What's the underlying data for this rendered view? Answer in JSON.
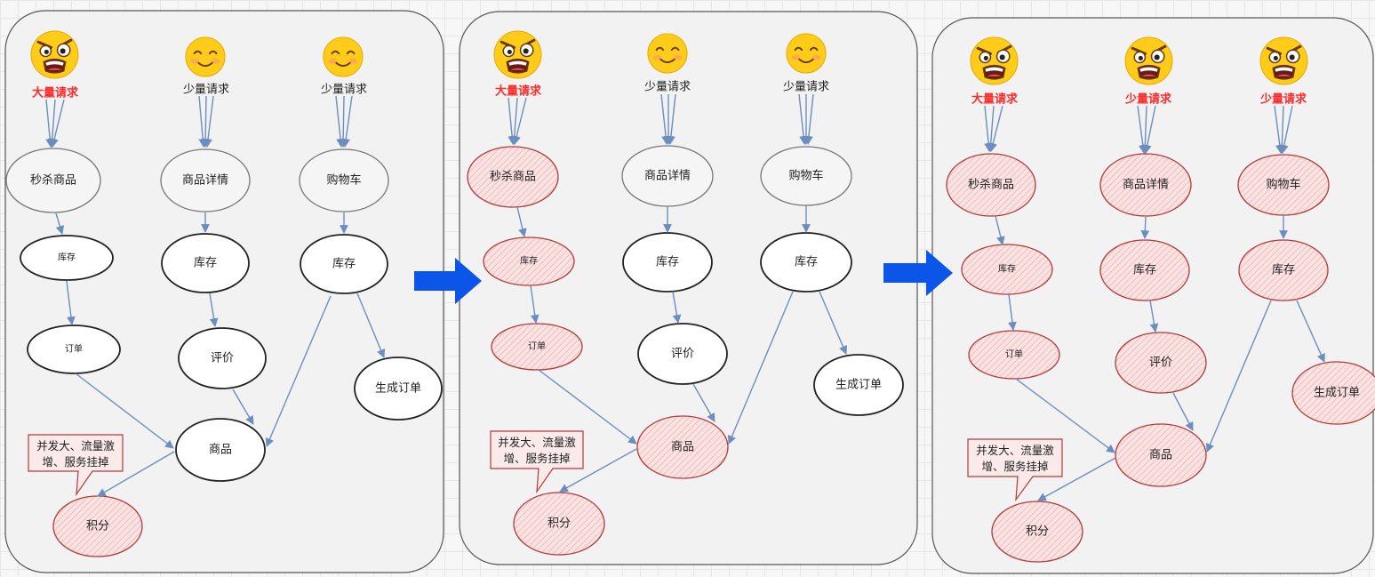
{
  "panels": [
    {
      "id": "panel-1",
      "requests": [
        {
          "label": "大量请求",
          "hot": true,
          "emoji": "angry-face"
        },
        {
          "label": "少量请求",
          "hot": false,
          "emoji": "smiling-face"
        },
        {
          "label": "少量请求",
          "hot": false,
          "emoji": "smiling-face"
        }
      ],
      "nodes": {
        "seckill": "秒杀商品",
        "detail": "商品详情",
        "cart": "购物车",
        "stock1": "库存",
        "stock2": "库存",
        "stock3": "库存",
        "order": "订单",
        "review": "评价",
        "create_order": "生成订单",
        "product": "商品",
        "points": "积分"
      },
      "callout": [
        "并发大、流量激",
        "增、服务挂掉"
      ]
    },
    {
      "id": "panel-2",
      "requests": [
        {
          "label": "大量请求",
          "hot": true,
          "emoji": "angry-face"
        },
        {
          "label": "少量请求",
          "hot": false,
          "emoji": "smiling-face"
        },
        {
          "label": "少量请求",
          "hot": false,
          "emoji": "smiling-face"
        }
      ],
      "nodes": {
        "seckill": "秒杀商品",
        "detail": "商品详情",
        "cart": "购物车",
        "stock1": "库存",
        "stock2": "库存",
        "stock3": "库存",
        "order": "订单",
        "review": "评价",
        "create_order": "生成订单",
        "product": "商品",
        "points": "积分"
      },
      "callout": [
        "并发大、流量激",
        "增、服务挂掉"
      ]
    },
    {
      "id": "panel-3",
      "requests": [
        {
          "label": "大量请求",
          "hot": true,
          "emoji": "angry-face"
        },
        {
          "label": "少量请求",
          "hot": true,
          "emoji": "angry-face"
        },
        {
          "label": "少量请求",
          "hot": true,
          "emoji": "angry-face"
        }
      ],
      "nodes": {
        "seckill": "秒杀商品",
        "detail": "商品详情",
        "cart": "购物车",
        "stock1": "库存",
        "stock2": "库存",
        "stock3": "库存",
        "order": "订单",
        "review": "评价",
        "create_order": "生成订单",
        "product": "商品",
        "points": "积分"
      },
      "callout": [
        "并发大、流量激",
        "增、服务挂掉"
      ]
    }
  ],
  "colors": {
    "hot_text": "#ff2a2a",
    "edge": "#6c8ebf",
    "flow_arrow": "#0b55e8",
    "failed_stroke": "#b23a3a"
  }
}
